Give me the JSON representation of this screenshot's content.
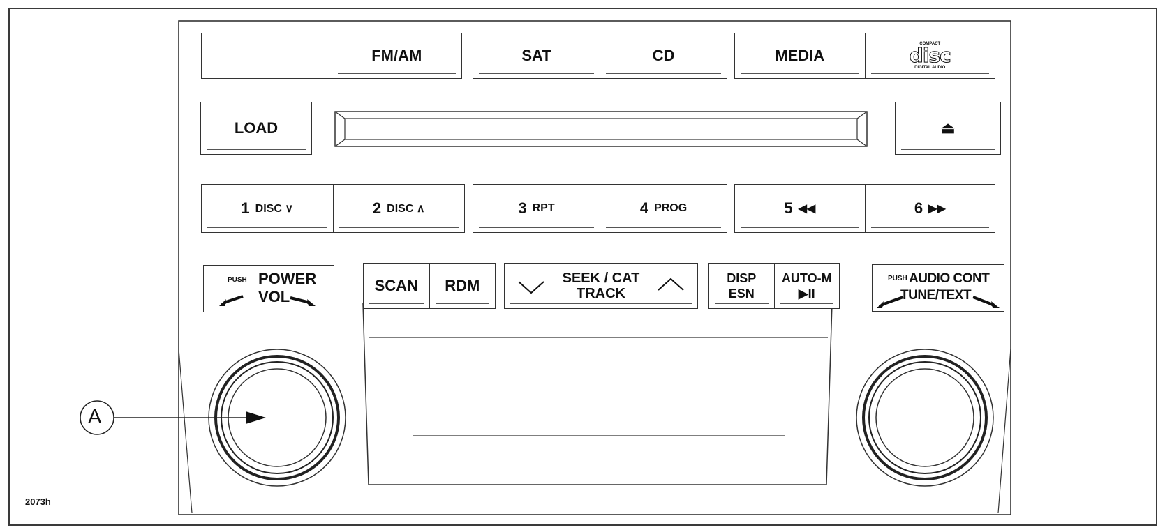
{
  "figure_code": "2073h",
  "row1": {
    "fmam": "FM/AM",
    "sat": "SAT",
    "cd": "CD",
    "media": "MEDIA",
    "disc_logo": {
      "top": "COMPACT",
      "mid": "disc",
      "bottom": "DIGITAL AUDIO"
    }
  },
  "row2": {
    "load": "LOAD",
    "eject_symbol": "⏏"
  },
  "presets": [
    {
      "num": "1",
      "label": "DISC ∨"
    },
    {
      "num": "2",
      "label": "DISC ∧"
    },
    {
      "num": "3",
      "label": "RPT"
    },
    {
      "num": "4",
      "label": "PROG"
    },
    {
      "num": "5",
      "label": "◀◀"
    },
    {
      "num": "6",
      "label": "▶▶"
    }
  ],
  "power": {
    "push": "PUSH",
    "main": "POWER",
    "sub": "VOL"
  },
  "controls": {
    "scan": "SCAN",
    "rdm": "RDM",
    "seek_line1": "SEEK / CAT",
    "seek_line2": "TRACK",
    "disp": "DISP",
    "esn": "ESN",
    "auto_m": "AUTO-M",
    "play_pause": "▶II"
  },
  "audio": {
    "push": "PUSH",
    "main": "AUDIO CONT",
    "sub": "TUNE/TEXT"
  },
  "callout": {
    "letter": "A"
  }
}
